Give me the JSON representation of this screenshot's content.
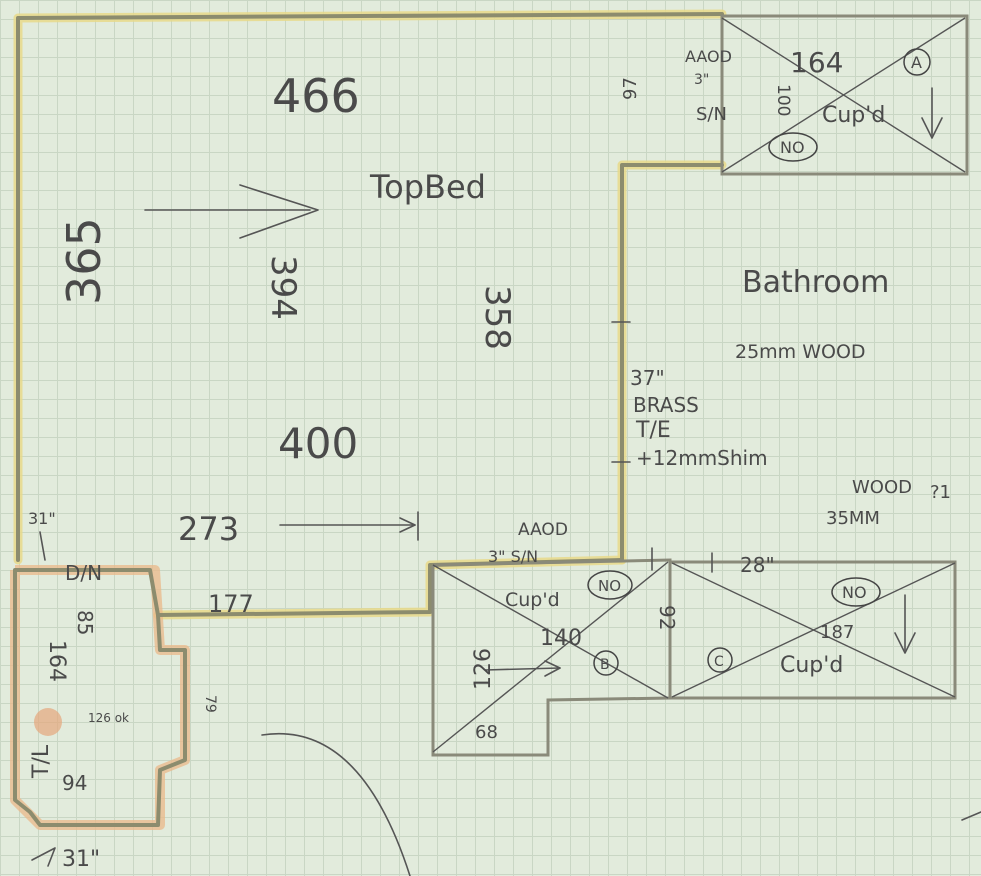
{
  "room_label": "TopBed",
  "bathroom_label": "Bathroom",
  "dims": {
    "d466": "466",
    "d365": "365",
    "d394": "394",
    "d358": "358",
    "d400": "400",
    "d273": "273",
    "d177": "177",
    "d85": "85",
    "d164": "164",
    "d94": "94",
    "d79": "79",
    "d126ok": "126 ok",
    "d31a": "31\"",
    "d31b": "31\"",
    "d37": "37\"",
    "d28": "28\"",
    "d97": "97",
    "d100": "100",
    "d164top": "164",
    "d126": "126",
    "d140": "140",
    "d92": "92",
    "d68": "68",
    "d187": "187"
  },
  "notes": {
    "dn_left": "D/N",
    "aaod_top": "AAOD",
    "three_top": "3\"",
    "sn_top": "S/N",
    "aaod_mid": "AAOD",
    "three_sn_mid": "3\" S/N",
    "brass": "BRASS",
    "tie": "T/E",
    "shim": "+12mmShim",
    "wood25": "25mm WOOD",
    "wood": "WOOD",
    "wood35": "35MM",
    "qmark": "?1",
    "tl": "T/L",
    "cupd_a": "Cup'd",
    "cupd_b": "Cup'd",
    "cupd_c": "Cup'd",
    "no_a": "NO",
    "no_b": "NO",
    "no_c": "NO",
    "circle_a": "A",
    "circle_b": "B",
    "circle_c": "C"
  }
}
